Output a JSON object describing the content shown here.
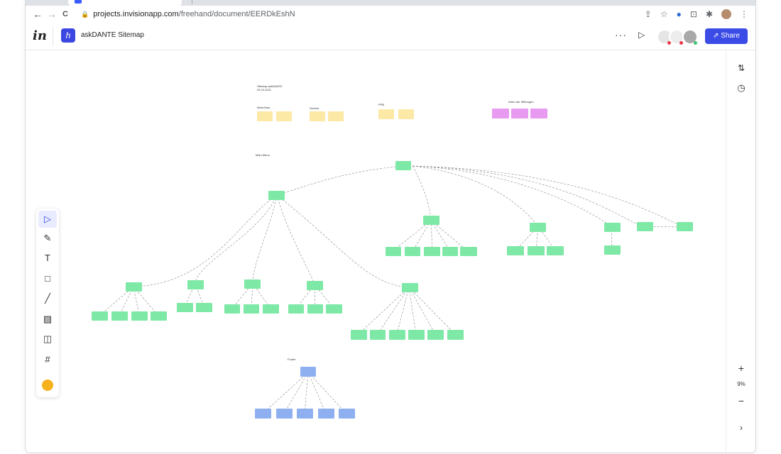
{
  "browser": {
    "url_host": "projects.invisionapp.com",
    "url_path": "/freehand/document/EERDkEshN",
    "nav_back": "←",
    "nav_forward": "→",
    "nav_reload": "C",
    "lock": "🔒"
  },
  "app": {
    "logo": "in",
    "freehand_icon": "h",
    "title": "askDANTE Sitemap",
    "more": "···",
    "present": "▷",
    "share_label": "Share"
  },
  "canvas": {
    "header_line1": "Sitemap askDANTE",
    "header_line2": "20.10.2021",
    "group_labels": {
      "group1": "Meta-Navi",
      "group2": "Service",
      "group3": "PPB",
      "group4": "Arten der Stiftungen",
      "main_menu": "Main Menu",
      "footer": "Footer"
    }
  },
  "zoom": {
    "plus": "+",
    "level": "9%",
    "minus": "−",
    "expand": "›"
  },
  "colors": {
    "yellow": "#fde9a6",
    "green": "#7ee8a6",
    "pink": "#e89af0",
    "blue": "#8fb0f0",
    "accent": "#3a4be6"
  }
}
